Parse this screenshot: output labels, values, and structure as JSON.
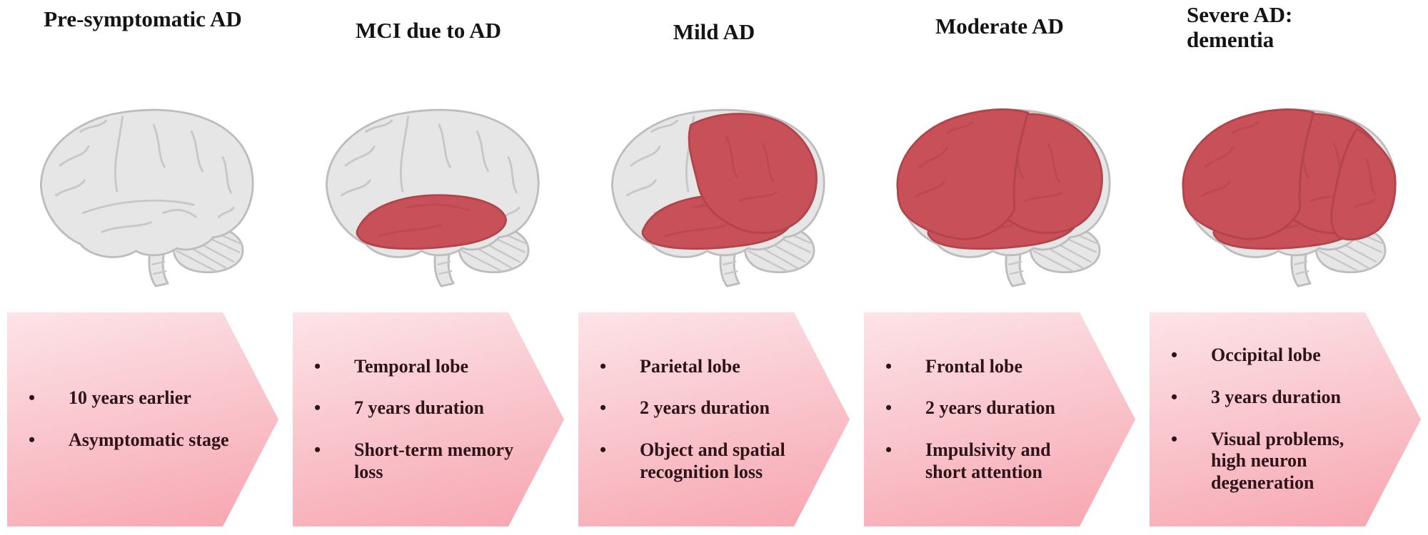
{
  "ui": {
    "bullet_glyph": "•"
  },
  "colors": {
    "background": "#ffffff",
    "title_text": "#141414",
    "bullet_text": "#2d1418",
    "healthy_brain_fill": "#e6e6e6",
    "healthy_brain_stroke": "#bdbdbd",
    "gyri_line": "#c7c7c7",
    "affected_fill": "#c85058",
    "affected_stroke": "#b2444c",
    "arrow_gradient_top": "#fce4e8",
    "arrow_gradient_bottom": "#f7a5b0"
  },
  "stages": [
    {
      "title": "Pre-symptomatic AD",
      "bullets": [
        "10 years earlier",
        "Asymptomatic stage"
      ],
      "regions": []
    },
    {
      "title": "MCI due to AD",
      "bullets": [
        "Temporal lobe",
        "7 years duration",
        "Short-term memory loss"
      ],
      "regions": [
        "temporal"
      ]
    },
    {
      "title": "Mild AD",
      "bullets": [
        "Parietal lobe",
        "2 years duration",
        "Object and spatial recognition loss"
      ],
      "regions": [
        "temporal",
        "parietal"
      ]
    },
    {
      "title": "Moderate AD",
      "bullets": [
        "Frontal lobe",
        "2 years duration",
        "Impulsivity and short attention"
      ],
      "regions": [
        "temporal",
        "parietal",
        "frontal"
      ]
    },
    {
      "title": "Severe AD: dementia",
      "bullets": [
        "Occipital lobe",
        "3 years duration",
        "Visual problems, high neuron degeneration"
      ],
      "regions": [
        "temporal",
        "parietal",
        "frontal",
        "occipital"
      ]
    }
  ]
}
